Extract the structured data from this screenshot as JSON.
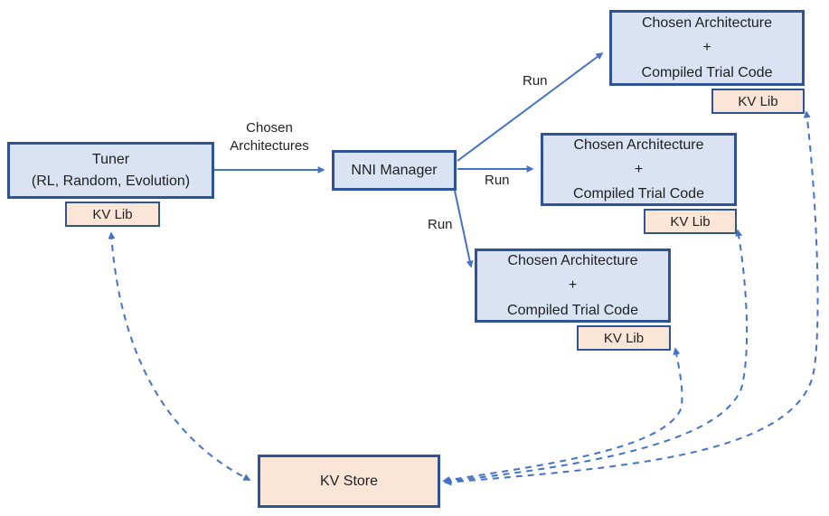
{
  "colors": {
    "box_blue_fill": "#dae3f3",
    "box_peach_fill": "#fbe5d6",
    "border_blue": "#2e5496",
    "arrow_blue": "#4472c4",
    "text_dark": "#1f1f1f"
  },
  "nodes": {
    "tuner": {
      "label": "Tuner\n(RL, Random, Evolution)"
    },
    "tuner_kv_lib": {
      "label": "KV Lib"
    },
    "nni_manager": {
      "label": "NNI Manager"
    },
    "trial_1": {
      "label": "Chosen Architecture\n+\nCompiled Trial Code"
    },
    "trial_1_kv_lib": {
      "label": "KV Lib"
    },
    "trial_2": {
      "label": "Chosen Architecture\n+\nCompiled Trial Code"
    },
    "trial_2_kv_lib": {
      "label": "KV Lib"
    },
    "trial_3": {
      "label": "Chosen Architecture\n+\nCompiled Trial Code"
    },
    "trial_3_kv_lib": {
      "label": "KV Lib"
    },
    "kv_store": {
      "label": "KV Store"
    }
  },
  "edge_labels": {
    "chosen_architectures": "Chosen\nArchitectures",
    "run_top": "Run",
    "run_middle": "Run",
    "run_bottom": "Run"
  }
}
